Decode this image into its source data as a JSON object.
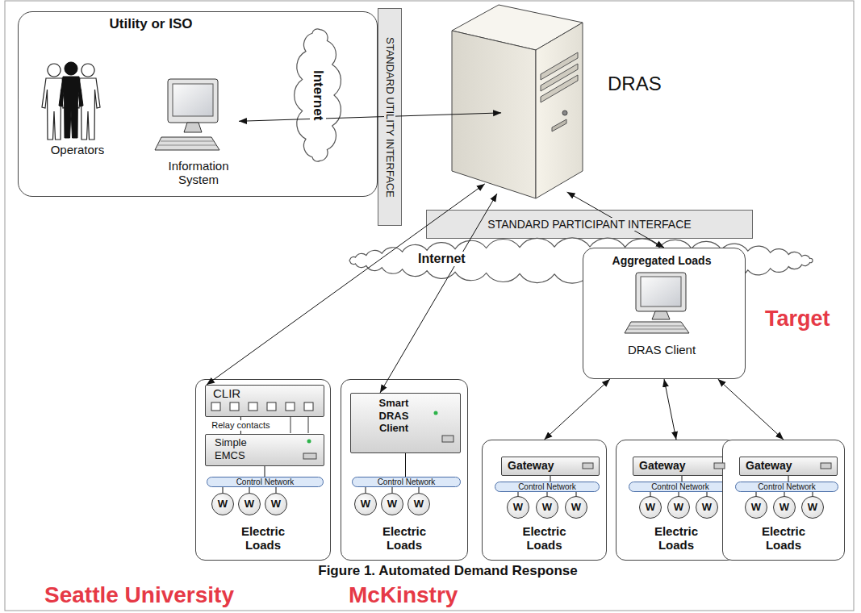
{
  "diagram": {
    "caption": "Figure 1. Automated Demand Response",
    "nodes": [
      {
        "text": [
          "Utility or ISO"
        ]
      },
      {
        "text": [
          "Operators"
        ],
        "in": 0
      },
      {
        "text": [
          "Information System"
        ],
        "in": 0
      },
      {
        "text": [
          "Internet"
        ]
      },
      {
        "text": [
          "STANDARD UTILITY INTERFACE"
        ]
      },
      {
        "text": [
          "DRAS"
        ]
      },
      {
        "text": [
          "STANDARD PARTICIPANT INTERFACE"
        ]
      },
      {
        "text": [
          "Internet"
        ]
      },
      {
        "text": [
          "Aggregated Loads",
          "DRAS Client"
        ]
      },
      {
        "text": [
          "Electric Loads"
        ]
      },
      {
        "text": [
          "CLIR"
        ],
        "in": 9
      },
      {
        "text": [
          "Simple EMCS"
        ],
        "in": 9
      },
      {
        "text": [
          "Control Network"
        ],
        "in": 9
      },
      {
        "text": [
          "W"
        ],
        "in": 9
      },
      {
        "text": [
          "W"
        ],
        "in": 9
      },
      {
        "text": [
          "W"
        ],
        "in": 9
      },
      {
        "text": [
          "Electric Loads"
        ]
      },
      {
        "text": [
          "Smart DRAS Client"
        ],
        "in": 16
      },
      {
        "text": [
          "Control Network"
        ],
        "in": 16
      },
      {
        "text": [
          "W"
        ],
        "in": 16
      },
      {
        "text": [
          "W"
        ],
        "in": 16
      },
      {
        "text": [
          "W"
        ],
        "in": 16
      },
      {
        "text": [
          "Electric Loads"
        ]
      },
      {
        "text": [
          "Gateway"
        ],
        "in": 22
      },
      {
        "text": [
          "Control Network"
        ],
        "in": 22
      },
      {
        "text": [
          "W"
        ],
        "in": 22
      },
      {
        "text": [
          "W"
        ],
        "in": 22
      },
      {
        "text": [
          "W"
        ],
        "in": 22
      },
      {
        "text": [
          "Electric Loads"
        ]
      },
      {
        "text": [
          "Gateway"
        ],
        "in": 28
      },
      {
        "text": [
          "Control Network"
        ],
        "in": 28
      },
      {
        "text": [
          "W"
        ],
        "in": 28
      },
      {
        "text": [
          "W"
        ],
        "in": 28
      },
      {
        "text": [
          "W"
        ],
        "in": 28
      },
      {
        "text": [
          "Electric Loads"
        ]
      },
      {
        "text": [
          "Gateway"
        ],
        "in": 34
      },
      {
        "text": [
          "Control Network"
        ],
        "in": 34
      },
      {
        "text": [
          "W"
        ],
        "in": 34
      },
      {
        "text": [
          "W"
        ],
        "in": 34
      },
      {
        "text": [
          "W"
        ],
        "in": 34
      }
    ],
    "edges": [
      {
        "from": 2,
        "to": 5,
        "arrow": "both"
      },
      {
        "from": 5,
        "to": 10,
        "arrow": "both"
      },
      {
        "from": 5,
        "to": 17,
        "arrow": "both"
      },
      {
        "from": 5,
        "to": 8,
        "arrow": "both"
      },
      {
        "from": 8,
        "to": 22,
        "arrow": "both"
      },
      {
        "from": 8,
        "to": 28,
        "arrow": "both"
      },
      {
        "from": 8,
        "to": 34,
        "arrow": "both"
      },
      {
        "from": 10,
        "to": 11,
        "arrow": "none",
        "label": "Relay contacts"
      },
      {
        "from": 11,
        "to": 12,
        "arrow": "none"
      },
      {
        "from": 12,
        "to": 13,
        "arrow": "none"
      },
      {
        "from": 12,
        "to": 14,
        "arrow": "none"
      },
      {
        "from": 12,
        "to": 15,
        "arrow": "none"
      },
      {
        "from": 17,
        "to": 18,
        "arrow": "none"
      },
      {
        "from": 18,
        "to": 19,
        "arrow": "none"
      },
      {
        "from": 18,
        "to": 20,
        "arrow": "none"
      },
      {
        "from": 18,
        "to": 21,
        "arrow": "none"
      },
      {
        "from": 23,
        "to": 24,
        "arrow": "none"
      },
      {
        "from": 24,
        "to": 25,
        "arrow": "none"
      },
      {
        "from": 24,
        "to": 26,
        "arrow": "none"
      },
      {
        "from": 24,
        "to": 27,
        "arrow": "none"
      },
      {
        "from": 29,
        "to": 30,
        "arrow": "none"
      },
      {
        "from": 30,
        "to": 31,
        "arrow": "none"
      },
      {
        "from": 30,
        "to": 32,
        "arrow": "none"
      },
      {
        "from": 30,
        "to": 33,
        "arrow": "none"
      },
      {
        "from": 35,
        "to": 36,
        "arrow": "none"
      },
      {
        "from": 36,
        "to": 37,
        "arrow": "none"
      },
      {
        "from": 36,
        "to": 38,
        "arrow": "none"
      },
      {
        "from": 36,
        "to": 39,
        "arrow": "none"
      }
    ],
    "labels": [
      "Target",
      "Seattle University",
      "McKinstry"
    ]
  }
}
